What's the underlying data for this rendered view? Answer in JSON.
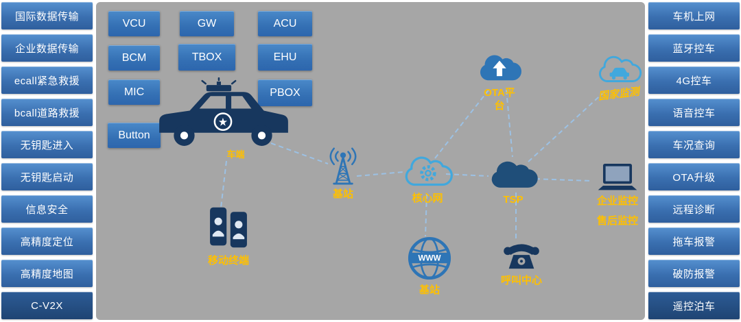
{
  "left_sidebar": {
    "items": [
      "国际数据传输",
      "企业数据传输",
      "ecall紧急救援",
      "bcall道路救援",
      "无钥匙进入",
      "无钥匙启动",
      "信息安全",
      "高精度定位",
      "高精度地图",
      "C-V2X"
    ]
  },
  "right_sidebar": {
    "items": [
      "车机上网",
      "蓝牙控车",
      "4G控车",
      "语音控车",
      "车况查询",
      "OTA升级",
      "远程诊断",
      "拖车报警",
      "破防报警",
      "遥控泊车"
    ]
  },
  "vehicle_modules": [
    "VCU",
    "GW",
    "ACU",
    "BCM",
    "TBOX",
    "EHU",
    "MIC",
    "PBOX",
    "Button"
  ],
  "nodes": {
    "vehicle": {
      "label": "车端"
    },
    "base_station": {
      "label": "基站"
    },
    "mobile_terminal": {
      "label": "移动终端"
    },
    "core_network": {
      "label": "核心网"
    },
    "ota_platform": {
      "label": "OTA平台"
    },
    "national_monitoring": {
      "label": "国家监测"
    },
    "tsp": {
      "label": "TSP"
    },
    "enterprise_monitoring": {
      "label": "企业监控"
    },
    "after_sales_monitoring": {
      "label": "售后监控"
    },
    "internet_base_station": {
      "label": "基站",
      "icon_text": "WWW"
    },
    "call_center": {
      "label": "呼叫中心"
    }
  },
  "colors": {
    "accent_yellow": "#ffc000",
    "sidebar_blue": "#3a6fb0",
    "sidebar_dark_blue": "#1f4473",
    "canvas_gray": "#a6a6a6",
    "icon_dark_navy": "#17375e",
    "icon_blue": "#2e75b6",
    "icon_light_blue": "#41a8dd",
    "tsp_cloud_blue": "#1f4e79",
    "link_blue": "#9cc3e8"
  }
}
